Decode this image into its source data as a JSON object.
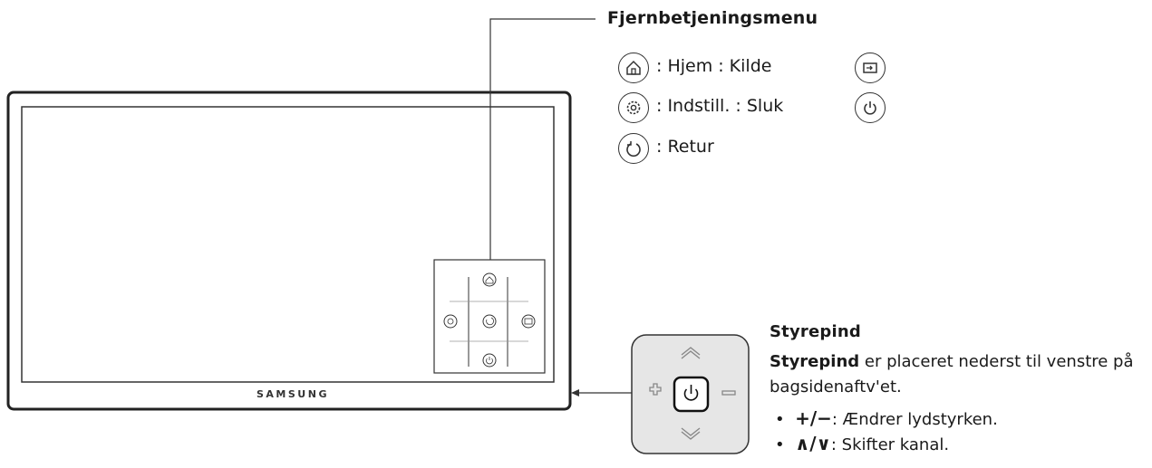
{
  "tv": {
    "brand": "SAMSUNG"
  },
  "menu": {
    "title": "Fjernbetjeningsmenu",
    "items": [
      {
        "icon": "home-icon",
        "text": ": Hjem : Kilde"
      },
      {
        "icon": "settings-icon",
        "text": ": Indstill. : Sluk"
      },
      {
        "icon": "return-icon",
        "text": ": Retur"
      }
    ],
    "right_icons": [
      "source-icon",
      "power-icon"
    ]
  },
  "joystick": {
    "title": "Styrepind",
    "desc_bold": "Styrepind",
    "desc_rest": "er placeret nederst til venstre på",
    "desc_line2": "bagsidenaftv'et.",
    "bullets": [
      {
        "symbols": "+/−",
        "text": ": Ændrer lydstyrken."
      },
      {
        "symbols": "∧/∨",
        "text": ": Skifter kanal."
      }
    ]
  }
}
